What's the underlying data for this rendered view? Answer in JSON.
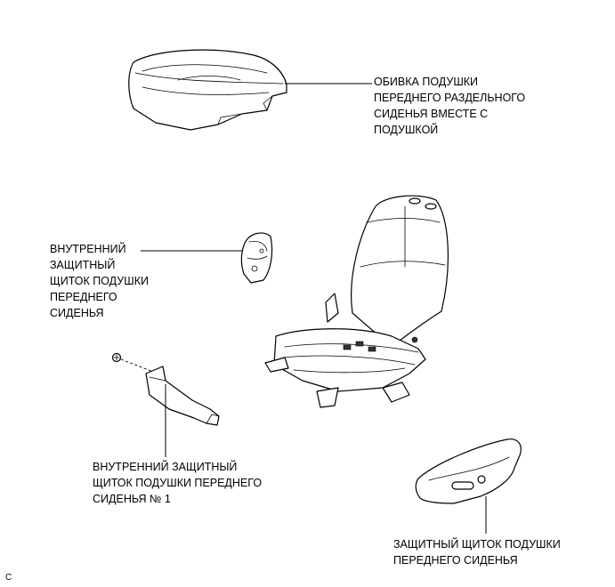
{
  "labels": {
    "cushion_cover": "ОБИВКА ПОДУШКИ\nПЕРЕДНЕГО РАЗДЕЛЬНОГО\nСИДЕНЬЯ ВМЕСТЕ С\nПОДУШКОЙ",
    "inner_shield": "ВНУТРЕННИЙ\nЗАЩИТНЫЙ\nЩИТОК ПОДУШКИ\nПЕРЕДНЕГО\nСИДЕНЬЯ",
    "inner_shield_no1": "ВНУТРЕННИЙ ЗАЩИТНЫЙ\nЩИТОК ПОДУШКИ ПЕРЕДНЕГО\nСИДЕНЬЯ № 1",
    "outer_shield": "ЗАЩИТНЫЙ ЩИТОК ПОДУШКИ\nПЕРЕДНЕГО СИДЕНЬЯ",
    "corner_mark": "C"
  }
}
